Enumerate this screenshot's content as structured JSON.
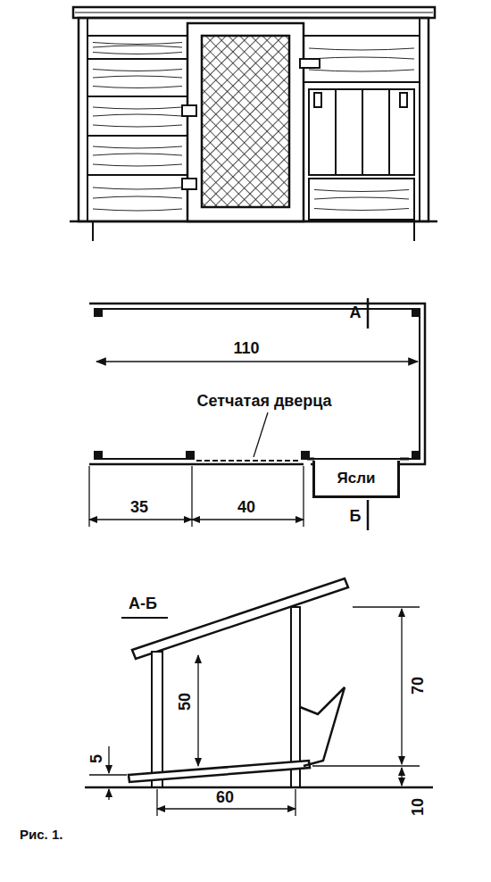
{
  "diagram": {
    "caption": "Рис. 1.",
    "nodes": [
      {
        "text": [
          "Ясли"
        ]
      }
    ],
    "labels": [
      "А",
      "110",
      "Сетчатая дверца",
      "35",
      "40",
      "Б",
      "А-Б",
      "50",
      "70",
      "5",
      "60",
      "10"
    ]
  }
}
